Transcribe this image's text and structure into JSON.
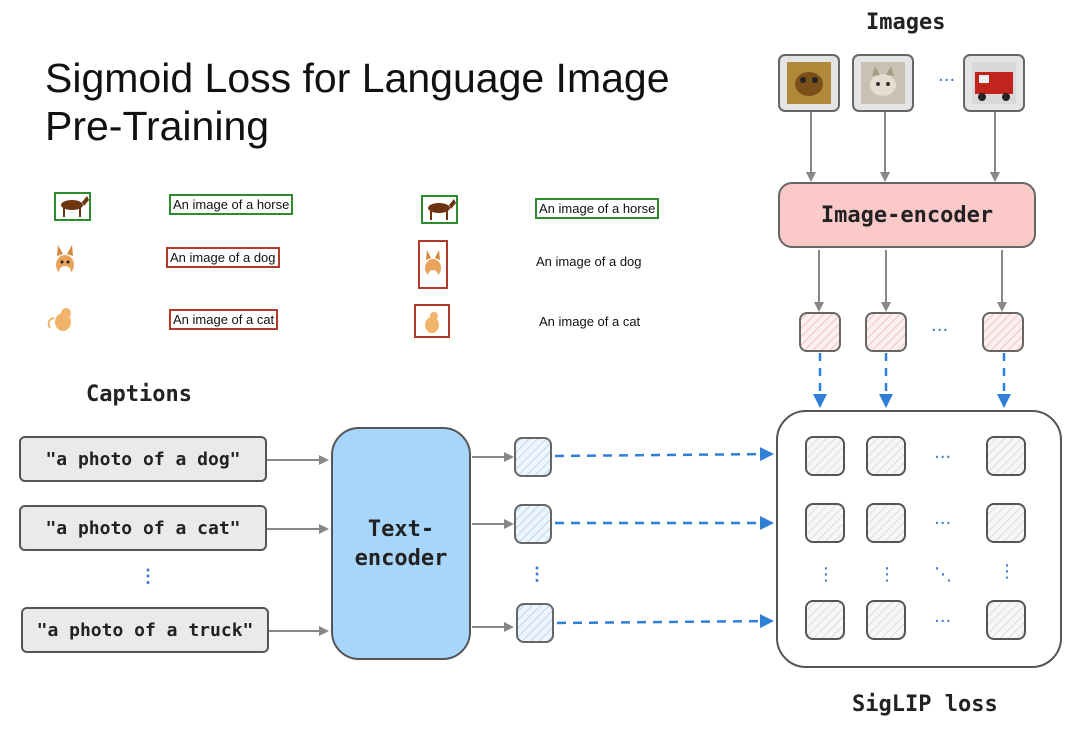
{
  "title_line1": "Sigmoid Loss for Language Image",
  "title_line2": "Pre-Training",
  "images_heading": "Images",
  "captions_heading": "Captions",
  "image_encoder_label": "Image-encoder",
  "text_encoder_label": "Text-\nencoder",
  "loss_label": "SigLIP loss",
  "captions": [
    "\"a photo of a dog\"",
    "\"a photo of a cat\"",
    "\"a photo of a truck\""
  ],
  "examples": {
    "left": [
      "An image of a horse",
      "An image of a dog",
      "An image of a cat"
    ],
    "right": [
      "An image of a horse",
      "An image of a dog",
      "An image of a cat"
    ]
  },
  "ellipsis": "···",
  "vertical_ellipsis": "⋮",
  "diagonal_ellipsis": "⋱",
  "colors": {
    "text_encoder": "#a8d6fb",
    "image_encoder": "#fcc9c9",
    "match_border": "#2e8b2e",
    "mismatch_border": "#b33a2b",
    "arrow_blue": "#2f7fd6",
    "arrow_gray": "#888888"
  }
}
